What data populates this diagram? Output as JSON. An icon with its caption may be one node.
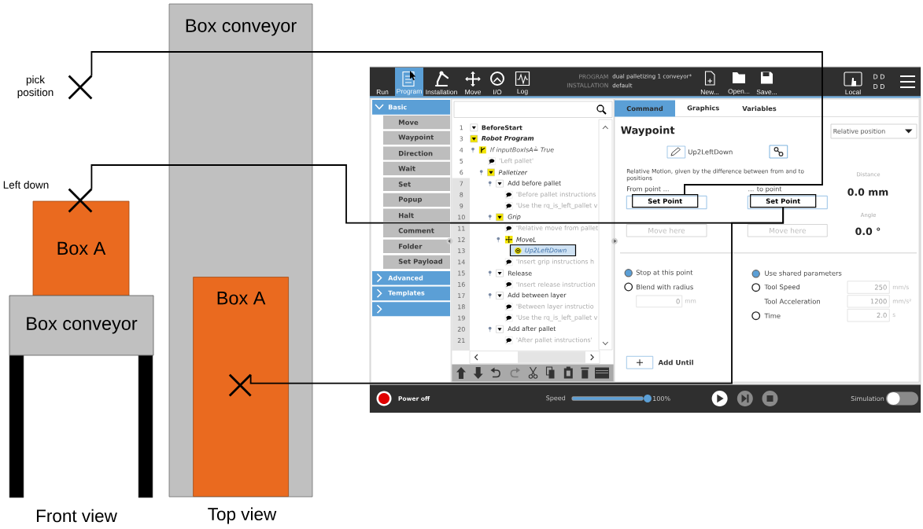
{
  "diagram": {
    "nodes": [
      {
        "text": [],
        "shape": "cross",
        "beside": [
          "pick position"
        ]
      },
      {
        "text": [
          "Box conveyor"
        ],
        "beside": [
          "Top view"
        ]
      },
      {
        "text": [],
        "shape": "cross",
        "beside": [
          "Left down"
        ]
      },
      {
        "text": [
          "Box A"
        ]
      },
      {
        "text": [
          "Box conveyor"
        ],
        "beside": [
          "Front view"
        ]
      },
      {
        "text": [
          "Box A"
        ],
        "in": 1
      },
      {
        "text": [],
        "shape": "cross",
        "in": 5
      },
      {
        "text": [],
        "shape": "picture"
      },
      {
        "text": [
          "Set Point"
        ],
        "in": 7,
        "beside": [
          "From point ..."
        ]
      },
      {
        "text": [
          "Set Point"
        ],
        "in": 7,
        "beside": [
          "... to point"
        ]
      }
    ],
    "edges": [
      {
        "from": 0,
        "to": 8,
        "arrow": "none"
      },
      {
        "from": 2,
        "to": 9,
        "arrow": "none"
      },
      {
        "from": 6,
        "to": 9,
        "arrow": "none"
      }
    ],
    "labels": [
      "Run",
      "Program",
      "Installation",
      "Move",
      "I/O",
      "Log",
      "PROGRAM",
      "dual palletizing 1 conveyor*",
      "INSTALLATION",
      "default",
      "New...",
      "Open...",
      "Save...",
      "Local",
      "D D",
      "D D",
      "Basic",
      "Move",
      "Waypoint",
      "Direction",
      "Wait",
      "Set",
      "Popup",
      "Halt",
      "Comment",
      "Folder",
      "Set Payload",
      "Advanced",
      "Templates",
      "1",
      "BeforeStart",
      "3",
      "Robot Program",
      "4",
      "If inputBoxIsA≟ True",
      "5",
      "'Left pallet'",
      "6",
      "Palletizer",
      "7",
      "Add before pallet",
      "8",
      "'Before pallet instructions",
      "9",
      "'Use the rq_is_left_pallet v",
      "10",
      "Grip",
      "11",
      "'Relative move from pallet",
      "12",
      "MoveL",
      "13",
      "Up2LeftDown",
      "14",
      "'Insert grip instructions h",
      "15",
      "Release",
      "16",
      "'Insert release instruction",
      "17",
      "Add between layer",
      "18",
      "'Between layer instructio",
      "19",
      "'Use the rq_is_left_pallet v",
      "20",
      "Add after pallet",
      "21",
      "'After pallet instructions'",
      "Command",
      "Graphics",
      "Variables",
      "Waypoint",
      "Relative position",
      "Up2LeftDown",
      "Relative Motion, given by the difference between from and to positions",
      "Distance",
      "0.0 mm",
      "Angle",
      "Move here",
      "Move here",
      "0.0 °",
      "Stop at this point",
      "Use shared parameters",
      "Blend with radius",
      "Tool Speed",
      "250",
      "mm/s",
      "0",
      "mm",
      "Tool Acceleration",
      "1200",
      "mm/s²",
      "Time",
      "2.0",
      "s",
      "Add Until",
      "Power off",
      "Speed",
      "100%",
      "Simulation"
    ]
  }
}
